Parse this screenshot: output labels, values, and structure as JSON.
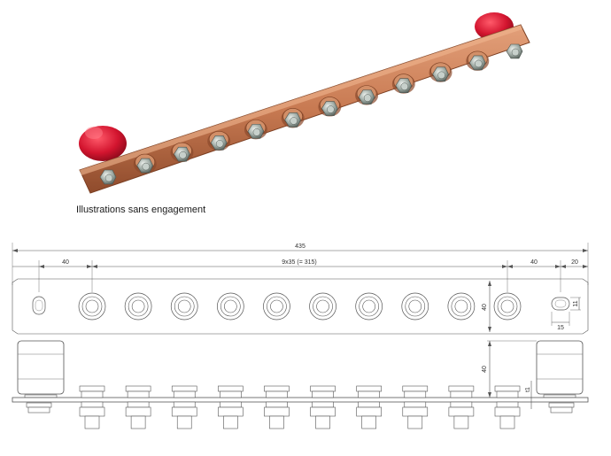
{
  "caption": "Illustrations sans engagement",
  "colors": {
    "copper": "#c87a52",
    "copper_dark": "#9a5232",
    "insulator": "#d3152f",
    "steel": "#9aa6a0",
    "line": "#555555"
  },
  "dimensions": {
    "total_length": "435",
    "edge_offset_left": "40",
    "pitch": "9x35 (= 315)",
    "edge_offset_right": "40",
    "end_segment": "20",
    "bar_width": "40",
    "hole_width": "15",
    "hole_height": "11",
    "insulator_height": "40",
    "bar_thickness": "t1"
  }
}
